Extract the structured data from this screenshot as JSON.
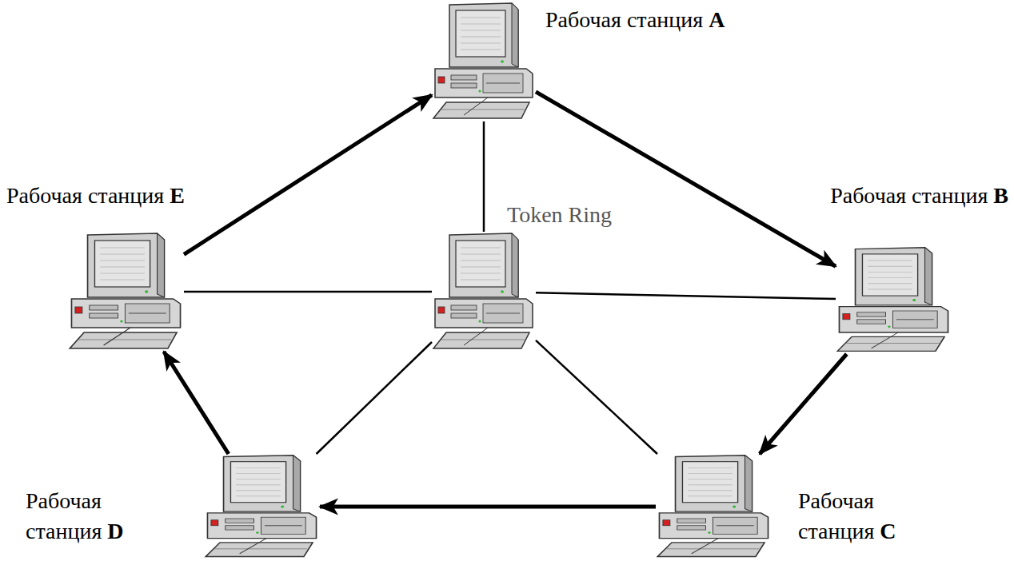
{
  "diagram": {
    "nodes": [
      {
        "text": [
          "Рабочая станция A"
        ]
      },
      {
        "text": [
          "Рабочая станция B"
        ]
      },
      {
        "text": [
          "Рабочая станция C"
        ]
      },
      {
        "text": [
          "Рабочая станция D"
        ]
      },
      {
        "text": [
          "Рабочая станция E"
        ]
      },
      {
        "text": [
          "Token Ring"
        ]
      }
    ],
    "edges": [
      {
        "from": 0,
        "to": 1,
        "arrow": "to"
      },
      {
        "from": 1,
        "to": 2,
        "arrow": "to"
      },
      {
        "from": 2,
        "to": 3,
        "arrow": "to"
      },
      {
        "from": 3,
        "to": 4,
        "arrow": "to"
      },
      {
        "from": 4,
        "to": 0,
        "arrow": "to"
      },
      {
        "from": 5,
        "to": 0,
        "arrow": "none"
      },
      {
        "from": 5,
        "to": 1,
        "arrow": "none"
      },
      {
        "from": 5,
        "to": 2,
        "arrow": "none"
      },
      {
        "from": 5,
        "to": 3,
        "arrow": "none"
      },
      {
        "from": 5,
        "to": 4,
        "arrow": "none"
      }
    ]
  }
}
